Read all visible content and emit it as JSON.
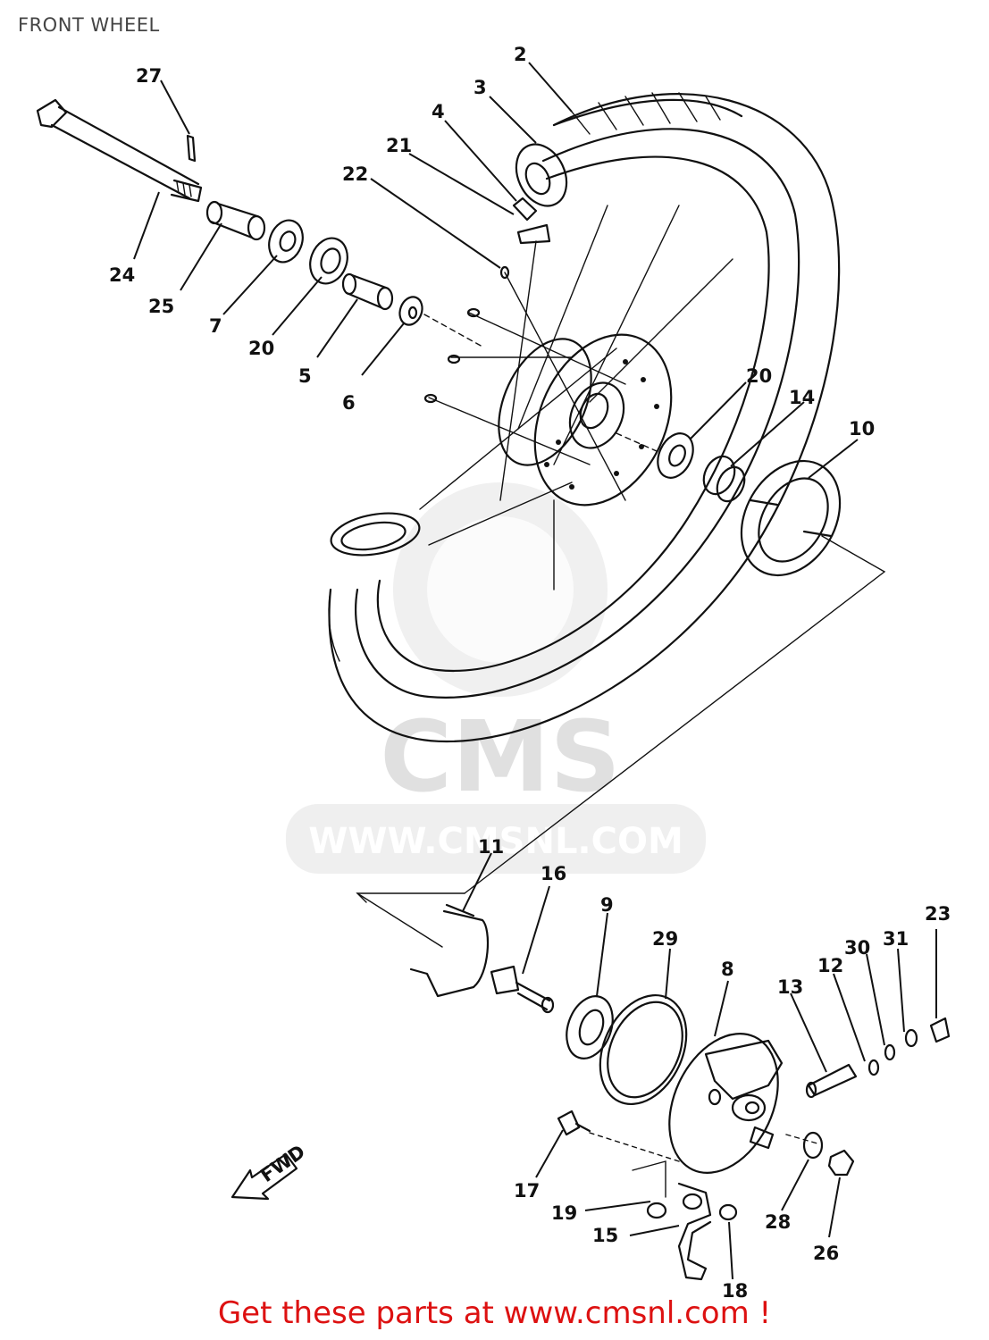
{
  "page_title": "FRONT WHEEL",
  "watermark": {
    "logo_text": "CMS",
    "url_text": "WWW.CMSNL.COM"
  },
  "fwd_arrow_label": "FWD",
  "footer_cta": "Get these parts at www.cmsnl.com !",
  "callouts": [
    "27",
    "2",
    "3",
    "4",
    "21",
    "22",
    "24",
    "25",
    "7",
    "20",
    "5",
    "6",
    "20",
    "14",
    "10",
    "11",
    "16",
    "9",
    "29",
    "8",
    "13",
    "12",
    "30",
    "31",
    "23",
    "17",
    "19",
    "15",
    "18",
    "28",
    "26"
  ],
  "colors": {
    "ink": "#111111",
    "cta": "#dd1111",
    "watermark": "#e0e0e0",
    "title": "#444444"
  }
}
